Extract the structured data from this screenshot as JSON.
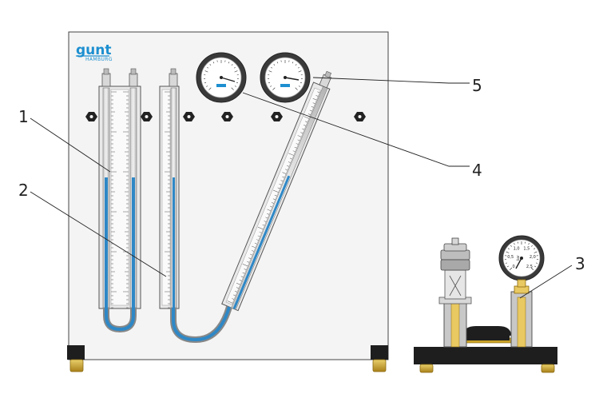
{
  "logo": {
    "brand": "gunt",
    "city": "HAMBURG"
  },
  "callouts": [
    {
      "label": "1"
    },
    {
      "label": "2"
    },
    {
      "label": "3"
    },
    {
      "label": "4"
    },
    {
      "label": "5"
    }
  ],
  "test_gauge": {
    "ticks": [
      "0",
      "0,5",
      "1,0",
      "1,5",
      "2,0",
      "2,5"
    ],
    "unit": "bar"
  },
  "colors": {
    "water": "#2f88c6",
    "panel": "#f4f4f4",
    "brass": "#c9a227",
    "base": "#1e1e1e",
    "logo": "#1d8fd0"
  }
}
